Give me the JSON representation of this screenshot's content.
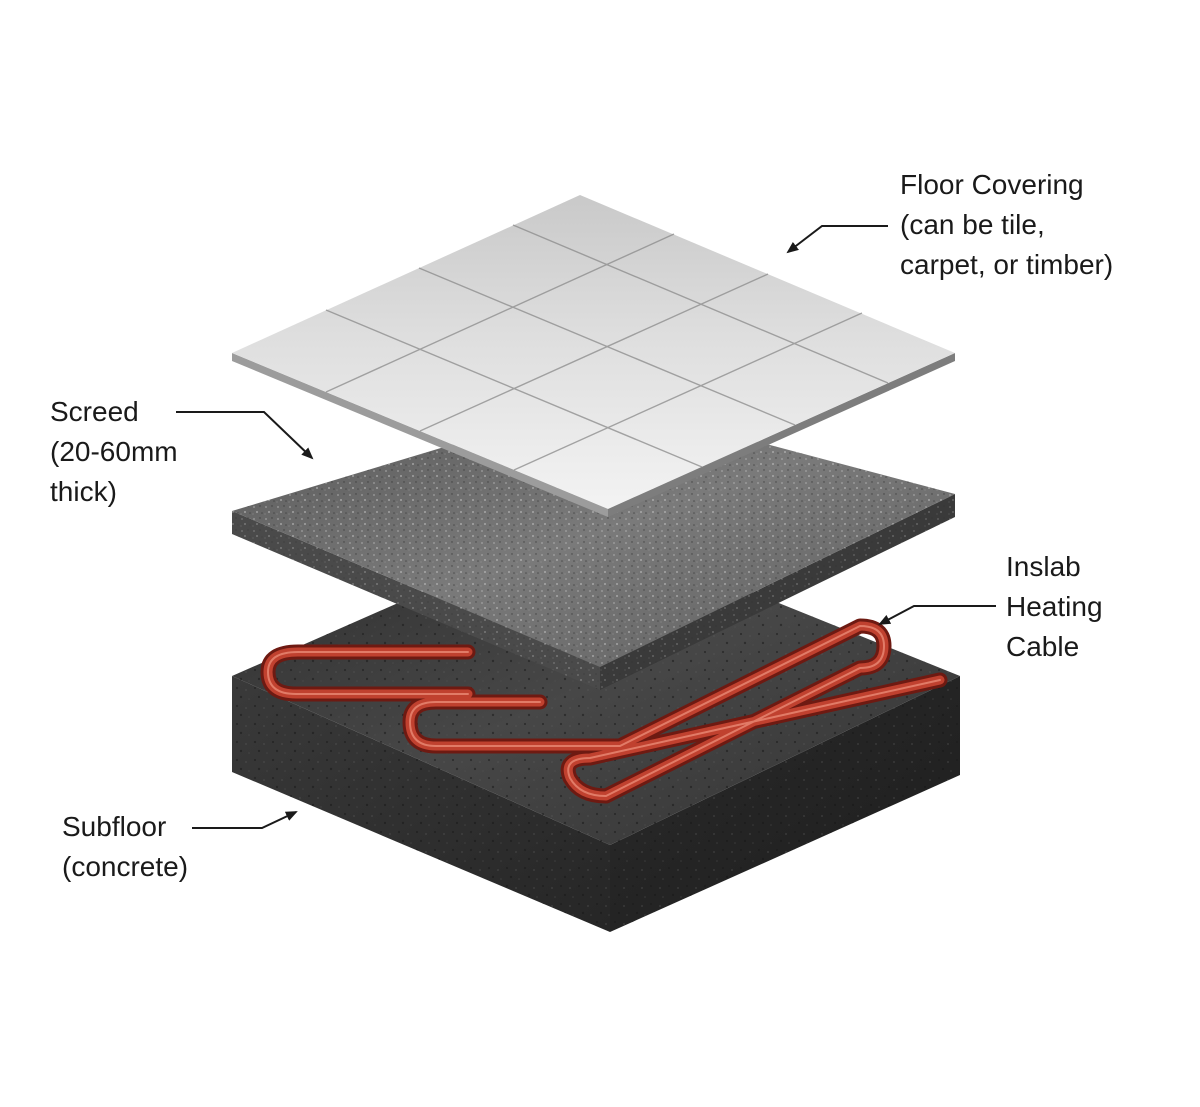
{
  "labels": {
    "floor_covering": [
      "Floor Covering",
      "(can be tile,",
      "carpet, or timber)"
    ],
    "screed": [
      "Screed",
      "(20-60mm",
      "thick)"
    ],
    "heating_cable": [
      "Inslab",
      "Heating",
      "Cable"
    ],
    "subfloor": [
      "Subfloor",
      "(concrete)"
    ]
  },
  "colors": {
    "tile_light": "#e9e9e9",
    "tile_mid": "#d2d2d2",
    "tile_grout": "#8a8a8a",
    "screed": "#6e6e6e",
    "concrete": "#3d3d3d",
    "cable": "#b23a2c",
    "leader_line": "#1a1a1a"
  }
}
